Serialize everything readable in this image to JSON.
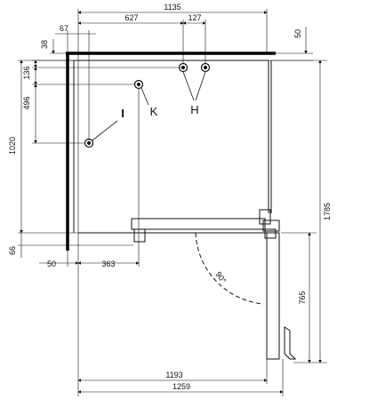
{
  "dimensions": {
    "total_width_top": "1135",
    "left_to_h": "627",
    "h_spacing": "127",
    "wall_offset_left": "67",
    "top_right": "50",
    "v_38": "38",
    "v_136": "136",
    "v_496": "496",
    "v_1020": "1020",
    "v_66": "66",
    "bottom_50": "50",
    "bottom_363": "363",
    "right_1785": "1785",
    "right_765": "765",
    "bottom_1193": "1193",
    "bottom_1259": "1259",
    "angle": "90°"
  },
  "labels": {
    "i": "I",
    "k": "K",
    "h": "H"
  },
  "colors": {
    "line": "#111111",
    "wall": "#000000",
    "background": "#ffffff"
  }
}
